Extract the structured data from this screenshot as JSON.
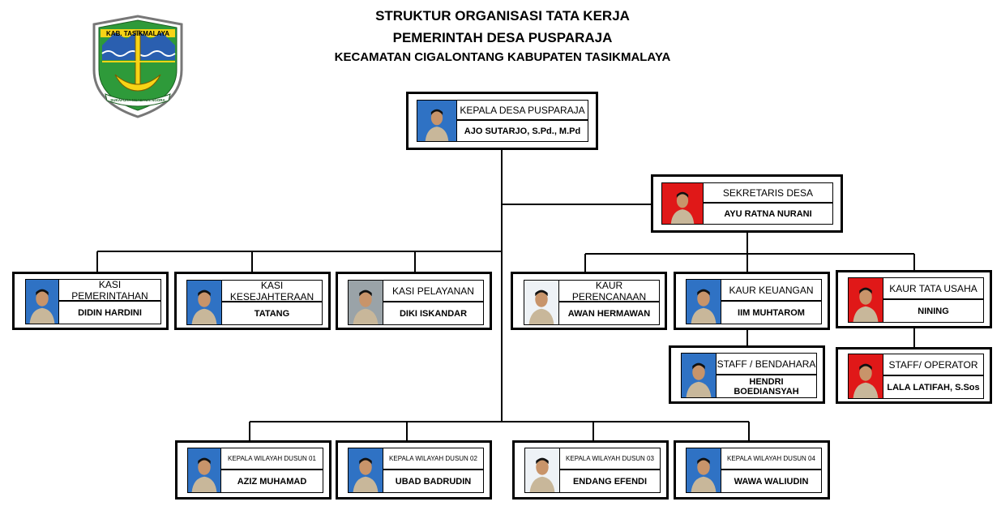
{
  "header": {
    "line1": "STRUKTUR ORGANISASI TATA KERJA",
    "line2": "PEMERINTAH DESA PUSPARAJA",
    "line3": "KECAMATAN CIGALONTANG KABUPATEN TASIKMALAYA"
  },
  "logo": {
    "top_text": "KAB. TASIKMALAYA",
    "ribbon_text": "SUKAPURA NGADAUN NGORA"
  },
  "members": {
    "kepala_desa": {
      "position": "KEPALA DESA PUSPARAJA",
      "name": "AJO SUTARJO, S.Pd., M.Pd",
      "photo_bg": "#2f72c4"
    },
    "sekretaris": {
      "position": "SEKRETARIS DESA",
      "name": "AYU RATNA NURANI",
      "photo_bg": "#e01818"
    },
    "kasi_pemerintahan": {
      "position": "KASI PEMERINTAHAN",
      "name": "DIDIN HARDINI",
      "photo_bg": "#2f72c4"
    },
    "kasi_kesejahteraan": {
      "position": "KASI KESEJAHTERAAN",
      "name": "TATANG",
      "photo_bg": "#2f72c4"
    },
    "kasi_pelayanan": {
      "position": "KASI PELAYANAN",
      "name": "DIKI ISKANDAR",
      "photo_bg": "#9aa3a8"
    },
    "kaur_perencanaan": {
      "position": "KAUR PERENCANAAN",
      "name": "AWAN HERMAWAN",
      "photo_bg": "#eef2f6"
    },
    "kaur_keuangan": {
      "position": "KAUR KEUANGAN",
      "name": "IIM MUHTAROM",
      "photo_bg": "#2f72c4"
    },
    "kaur_tata_usaha": {
      "position": "KAUR TATA USAHA",
      "name": "NINING",
      "photo_bg": "#e01818"
    },
    "staff_bendahara": {
      "position": "STAFF / BENDAHARA",
      "name": "HENDRI BOEDIANSYAH",
      "photo_bg": "#2f72c4"
    },
    "staff_operator": {
      "position": "STAFF/ OPERATOR",
      "name": "LALA LATIFAH, S.Sos",
      "photo_bg": "#e01818"
    },
    "kadus_01": {
      "position": "KEPALA WILAYAH DUSUN 01",
      "name": "AZIZ MUHAMAD",
      "photo_bg": "#2f72c4"
    },
    "kadus_02": {
      "position": "KEPALA WILAYAH DUSUN 02",
      "name": "UBAD BADRUDIN",
      "photo_bg": "#2f72c4"
    },
    "kadus_03": {
      "position": "KEPALA WILAYAH DUSUN 03",
      "name": "ENDANG EFENDI",
      "photo_bg": "#eef2f6"
    },
    "kadus_04": {
      "position": "KEPALA WILAYAH DUSUN 04",
      "name": "WAWA WALIUDIN",
      "photo_bg": "#2f72c4"
    }
  }
}
